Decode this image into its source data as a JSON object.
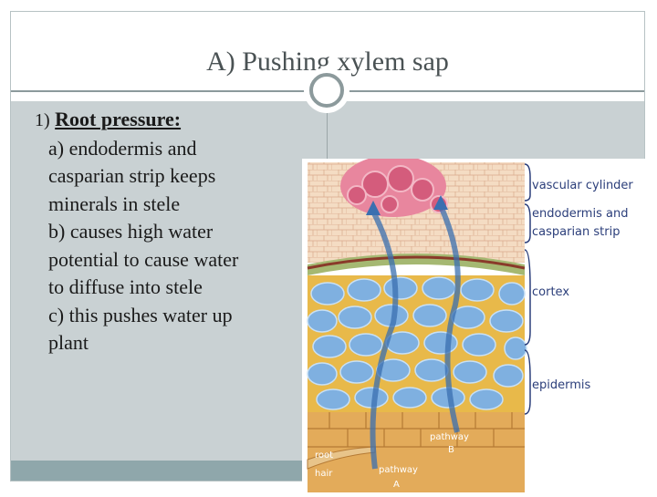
{
  "slide": {
    "title": "A) Pushing xylem sap",
    "heading_number": "1)",
    "heading": "Root pressure:",
    "items": [
      [
        "a) endodermis and",
        "casparian strip keeps",
        "minerals in stele"
      ],
      [
        "b) causes high water",
        "potential to cause water",
        "to diffuse into stele"
      ],
      [
        "c) this pushes water up",
        "plant"
      ]
    ]
  },
  "figure": {
    "labels": {
      "vascular": "vascular cylinder",
      "endo1": "endodermis and",
      "endo2": "casparian strip",
      "cortex": "cortex",
      "epidermis": "epidermis",
      "pathway_b1": "pathway",
      "pathway_b2": "B",
      "root1": "root",
      "root2": "hair",
      "pathway_a1": "pathway",
      "pathway_a2": "A"
    },
    "colors": {
      "stele": "#e8869e",
      "endodermis": "#8a3a2a",
      "cortex_cell": "#5b9bd5",
      "cell_wall": "#e8b94a",
      "arrow": "#3a6fb0",
      "label": "#2b3e7a"
    }
  }
}
